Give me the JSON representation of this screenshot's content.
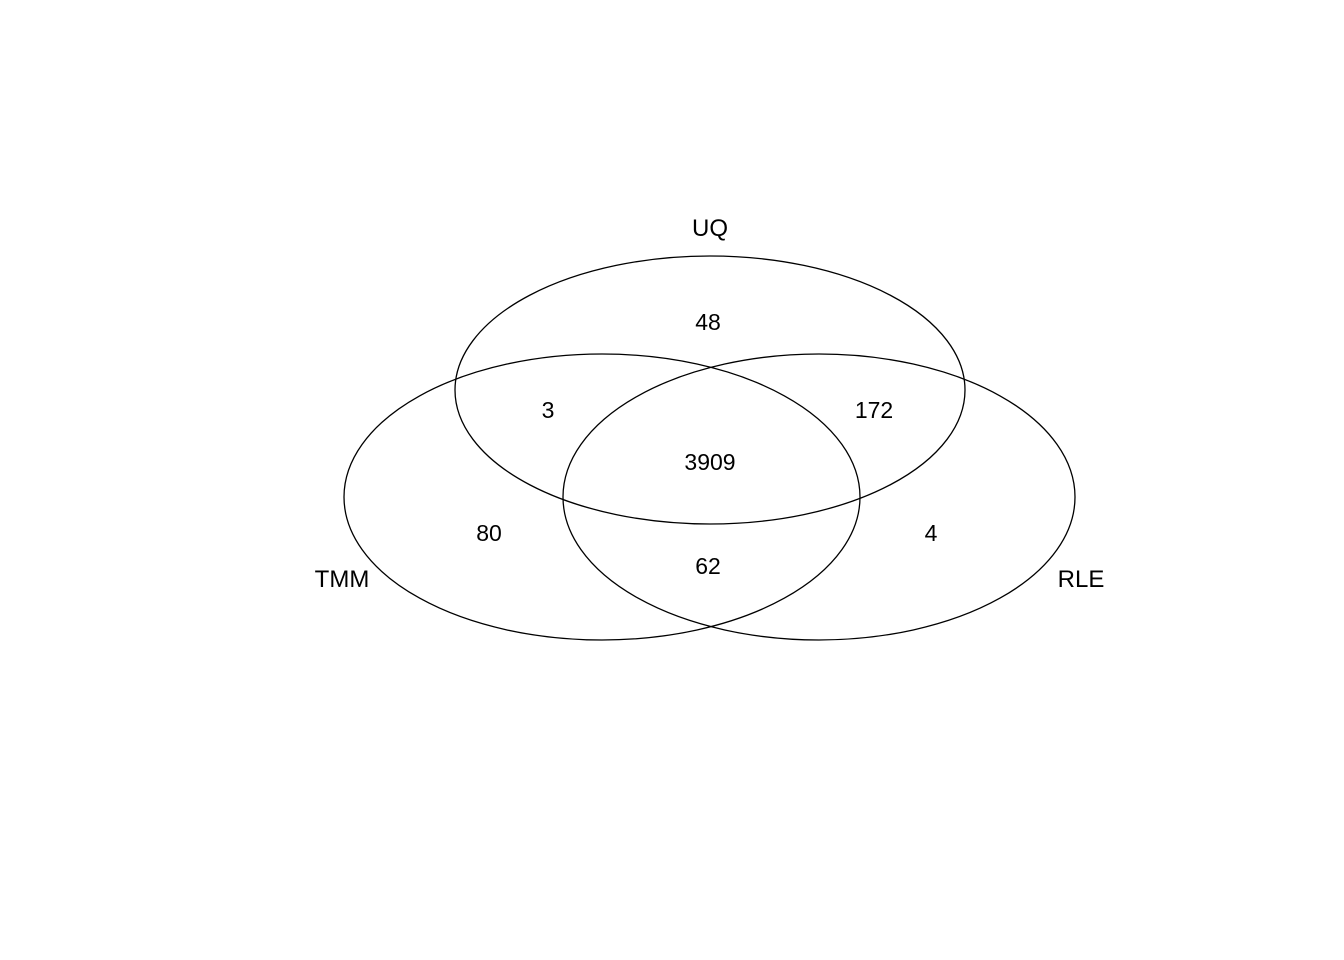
{
  "venn": {
    "set_labels": {
      "uq": "UQ",
      "tmm": "TMM",
      "rle": "RLE"
    },
    "counts": {
      "uq_only": "48",
      "uq_tmm_only": "3",
      "uq_rle_only": "172",
      "all_three": "3909",
      "tmm_only": "80",
      "rle_only": "4",
      "tmm_rle_only": "62"
    }
  },
  "chart_data": {
    "type": "venn",
    "title": "",
    "sets": [
      "UQ",
      "TMM",
      "RLE"
    ],
    "regions": [
      {
        "sets": [
          "UQ"
        ],
        "value": 48
      },
      {
        "sets": [
          "TMM"
        ],
        "value": 80
      },
      {
        "sets": [
          "RLE"
        ],
        "value": 4
      },
      {
        "sets": [
          "UQ",
          "TMM"
        ],
        "value": 3
      },
      {
        "sets": [
          "UQ",
          "RLE"
        ],
        "value": 172
      },
      {
        "sets": [
          "TMM",
          "RLE"
        ],
        "value": 62
      },
      {
        "sets": [
          "UQ",
          "TMM",
          "RLE"
        ],
        "value": 3909
      }
    ],
    "background_color": "#ffffff",
    "outline_color": "#000000",
    "label_positions": "UQ top, TMM bottom-left, RLE bottom-right"
  }
}
